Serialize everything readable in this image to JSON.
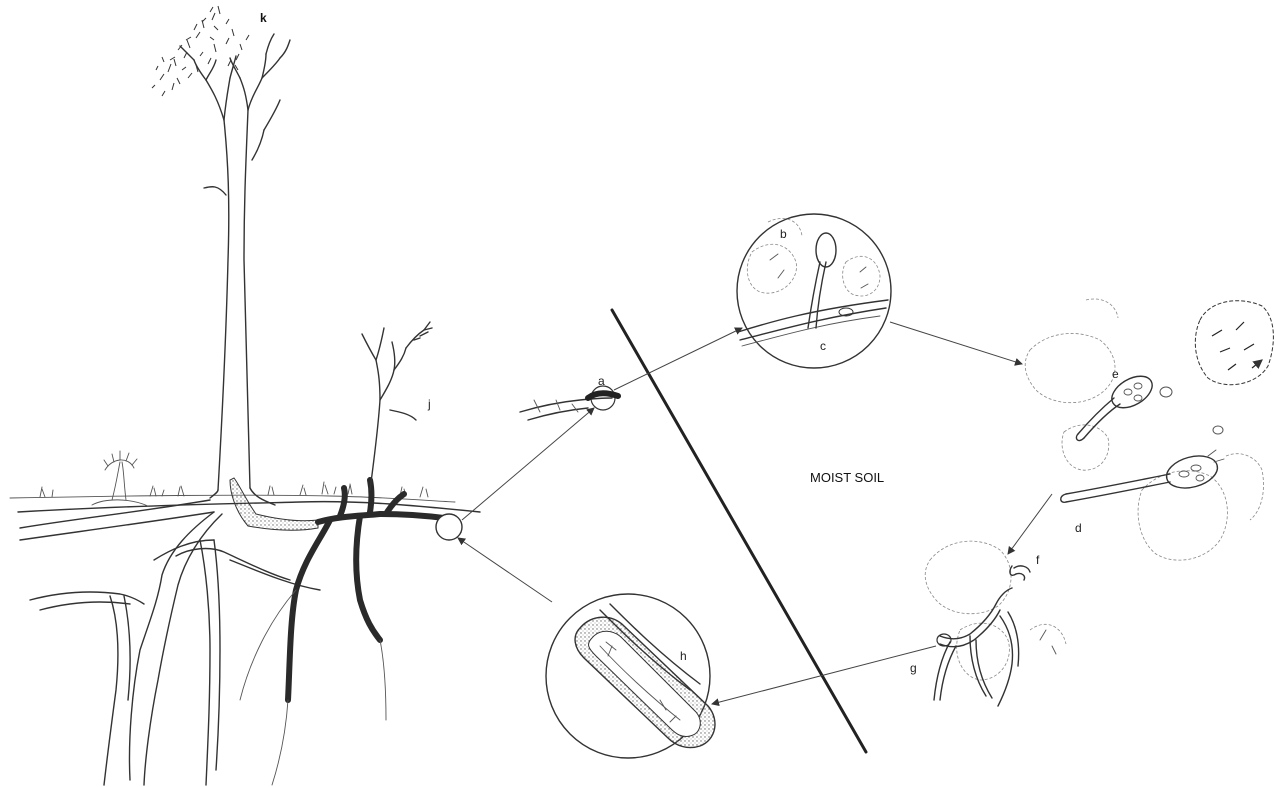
{
  "labels": {
    "a": "a",
    "b": "b",
    "c": "c",
    "d": "d",
    "e": "e",
    "f": "f",
    "g": "g",
    "h": "h",
    "j": "j",
    "k": "k"
  },
  "region_label": "MOIST SOIL"
}
